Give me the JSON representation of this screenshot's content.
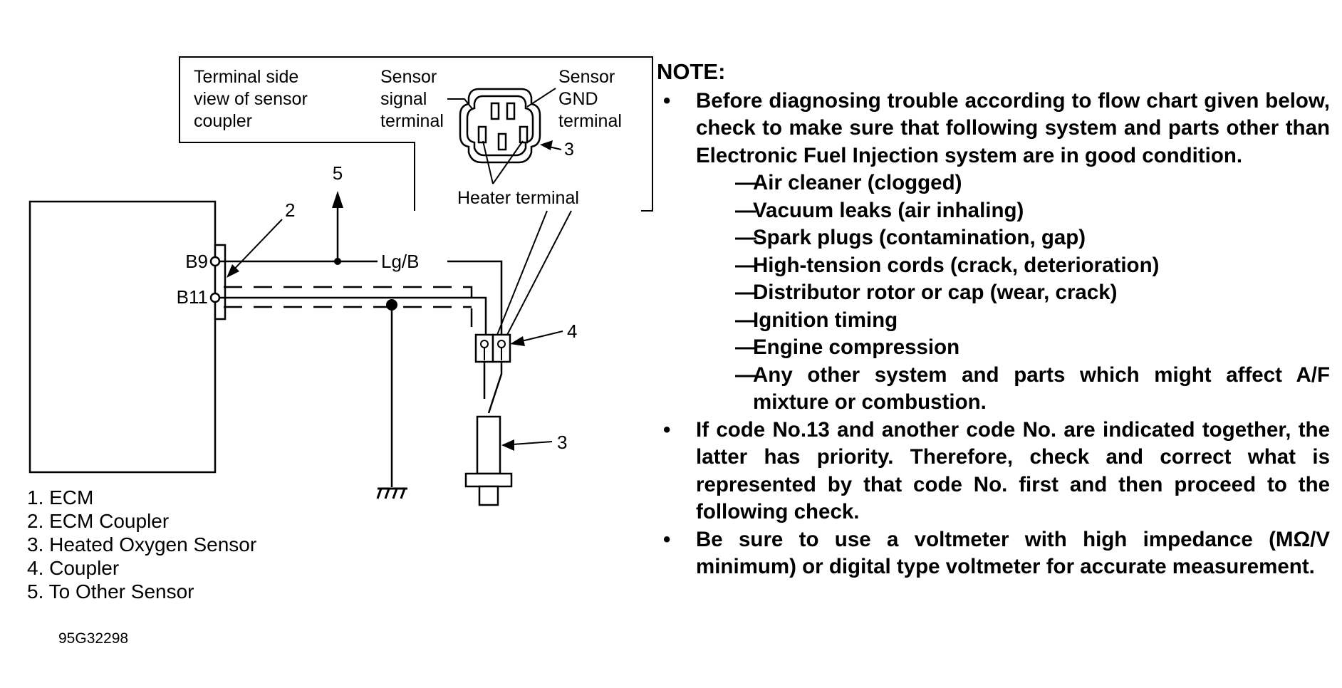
{
  "diagram": {
    "inset_caption": [
      "Terminal side",
      "view of sensor",
      "coupler"
    ],
    "sensor_signal": [
      "Sensor",
      "signal",
      "terminal"
    ],
    "sensor_gnd": [
      "Sensor",
      "GND",
      "terminal"
    ],
    "heater_terminal": "Heater terminal",
    "terminal_b9": "B9",
    "terminal_b11": "B11",
    "wire_color": "Lg/B",
    "callouts": {
      "n2": "2",
      "n3_inset": "3",
      "n4": "4",
      "n3": "3",
      "n5": "5"
    },
    "legend": [
      "1. ECM",
      "2. ECM Coupler",
      "3. Heated Oxygen Sensor",
      "4. Coupler",
      "5. To Other Sensor"
    ],
    "figure_code": "95G32298"
  },
  "note": {
    "heading": "NOTE:",
    "bullet1": "Before diagnosing trouble according to flow chart given below, check to make sure that following system and parts other than Electronic Fuel Injection system are in good condition.",
    "checklist": [
      "Air cleaner (clogged)",
      "Vacuum leaks (air inhaling)",
      "Spark plugs (contamination, gap)",
      "High-tension cords (crack, deterioration)",
      "Distributor rotor or cap (wear, crack)",
      "Ignition timing",
      "Engine compression",
      "Any other system and parts which might affect A/F mixture or combustion."
    ],
    "bullet2": "If code No.13 and another code No. are indicated together, the latter has priority. Therefore, check and correct what is represented by that code No. first and then proceed to the following check.",
    "bullet3": "Be sure to use a voltmeter with high impedance (MΩ/V minimum) or digital type voltmeter for accurate measurement."
  }
}
